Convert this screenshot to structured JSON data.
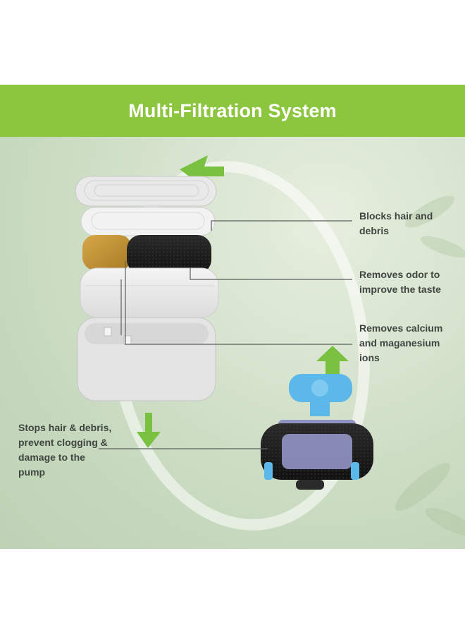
{
  "title": "Multi-Filtration System",
  "callouts": {
    "blocks_hair": [
      "Blocks hair and",
      "debris"
    ],
    "removes_odor": [
      "Removes odor to",
      "improve the taste"
    ],
    "removes_calcium": [
      "Removes calcium",
      "and maganesium",
      "ions"
    ],
    "stops_hair": [
      "Stops hair & debris,",
      "prevent clogging &",
      "damage to the",
      "pump"
    ]
  },
  "colors": {
    "banner": "#8cc63f",
    "arrow_green": "#7ac142",
    "pump_blue": "#5bb8e8",
    "leader_line": "#5a5f5b"
  }
}
